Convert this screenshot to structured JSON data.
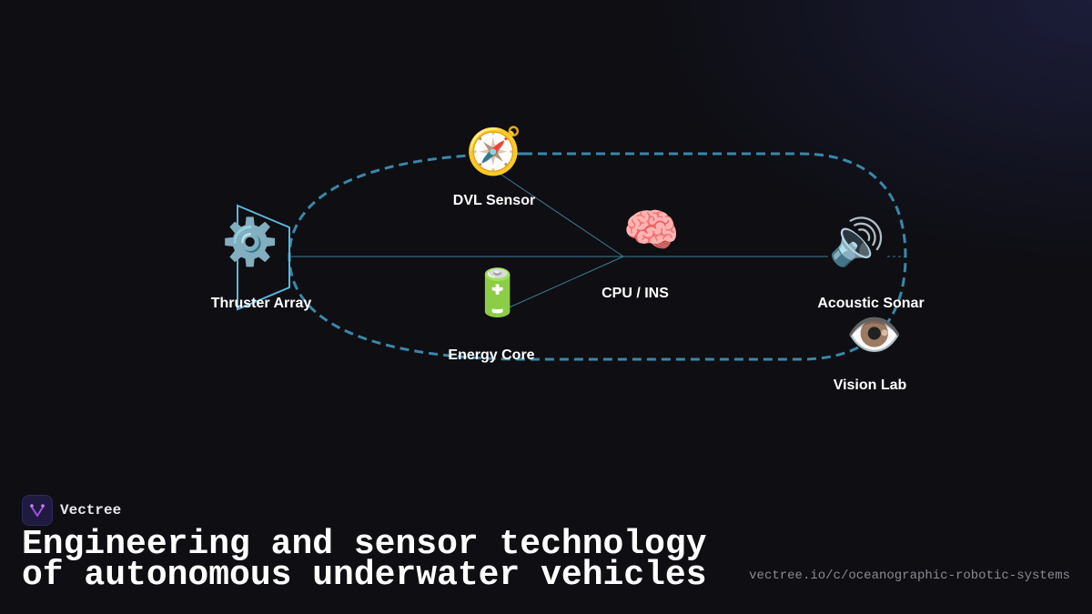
{
  "diagram": {
    "nodes": [
      {
        "id": "dvl",
        "icon": "compass-icon",
        "glyph": "🧭",
        "label": "DVL Sensor"
      },
      {
        "id": "thruster",
        "icon": "gear-icon",
        "glyph": "⚙️",
        "label": "Thruster Array"
      },
      {
        "id": "cpu",
        "icon": "brain-icon",
        "glyph": "🧠",
        "label": "CPU / INS"
      },
      {
        "id": "sonar",
        "icon": "speaker-icon",
        "glyph": "🔊",
        "label": "Acoustic Sonar"
      },
      {
        "id": "energy",
        "icon": "battery-icon",
        "glyph": "🔋",
        "label": "Energy Core"
      },
      {
        "id": "vision",
        "icon": "eye-icon",
        "glyph": "👁️",
        "label": "Vision Lab"
      }
    ],
    "edges": [
      {
        "from": "dvl",
        "to": "cpu"
      },
      {
        "from": "thruster",
        "to": "cpu"
      },
      {
        "from": "energy",
        "to": "cpu"
      },
      {
        "from": "cpu",
        "to": "sonar"
      }
    ],
    "colors": {
      "hull": "#3a87a8",
      "links": "#3d7d92",
      "thruster_outline": "#5ab8dc"
    }
  },
  "brand": {
    "name": "Vectree",
    "logo": "vectree-logo-icon"
  },
  "headline": "Engineering and sensor technology of autonomous underwater vehicles",
  "url": "vectree.io/c/oceanographic-robotic-systems"
}
